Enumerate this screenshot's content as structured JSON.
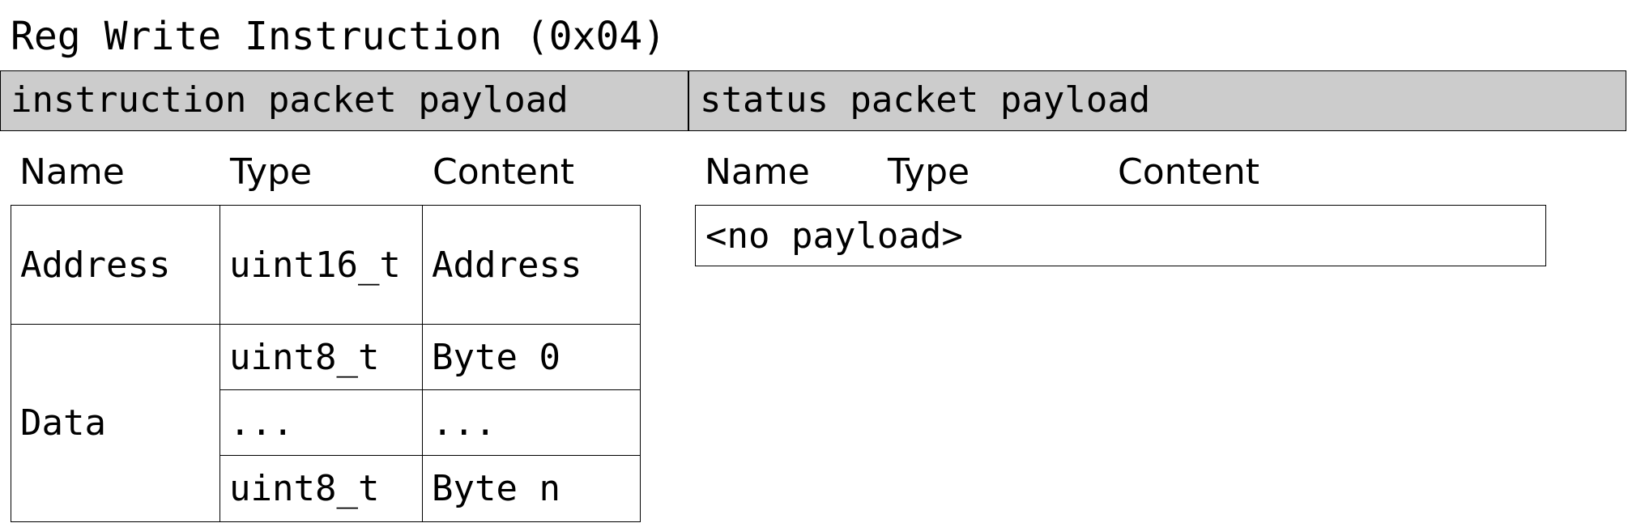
{
  "title": "Reg Write Instruction (0x04)",
  "sections": {
    "instruction": "instruction packet payload",
    "status": "status packet payload"
  },
  "columns": {
    "name": "Name",
    "type": "Type",
    "content": "Content"
  },
  "instruction_rows": [
    {
      "name": "Address",
      "type": "uint16_t",
      "content": "Address"
    },
    {
      "name": "Data",
      "fields": [
        {
          "type": "uint8_t",
          "content": "Byte 0"
        },
        {
          "type": "...",
          "content": "..."
        },
        {
          "type": "uint8_t",
          "content": "Byte n"
        }
      ]
    }
  ],
  "status_payload": "<no payload>"
}
